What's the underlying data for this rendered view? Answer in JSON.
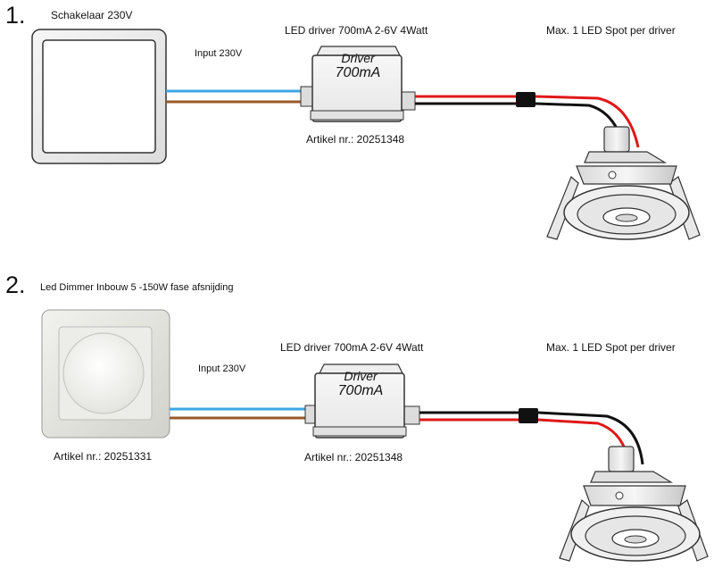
{
  "section1": {
    "number": "1.",
    "switch_label": "Schakelaar 230V",
    "input_label": "Input 230V",
    "driver_title": "LED driver 700mA 2-6V 4Watt",
    "driver_line1": "Driver",
    "driver_line2": "700mA",
    "driver_article": "Artikel nr.: 20251348",
    "spot_label": "Max. 1 LED Spot per driver"
  },
  "section2": {
    "number": "2.",
    "dimmer_label": "Led Dimmer Inbouw 5 -150W  fase afsnijding",
    "dimmer_article": "Artikel nr.: 20251331",
    "input_label": "Input 230V",
    "driver_title": "LED driver 700mA 2-6V 4Watt",
    "driver_line1": "Driver",
    "driver_line2": "700mA",
    "driver_article": "Artikel nr.: 20251348",
    "spot_label": "Max. 1 LED Spot per driver"
  },
  "colors": {
    "live_wire": "#3ea7e6",
    "neutral_wire": "#9a5a2a",
    "positive_wire": "#e01818",
    "negative_wire": "#111111"
  }
}
